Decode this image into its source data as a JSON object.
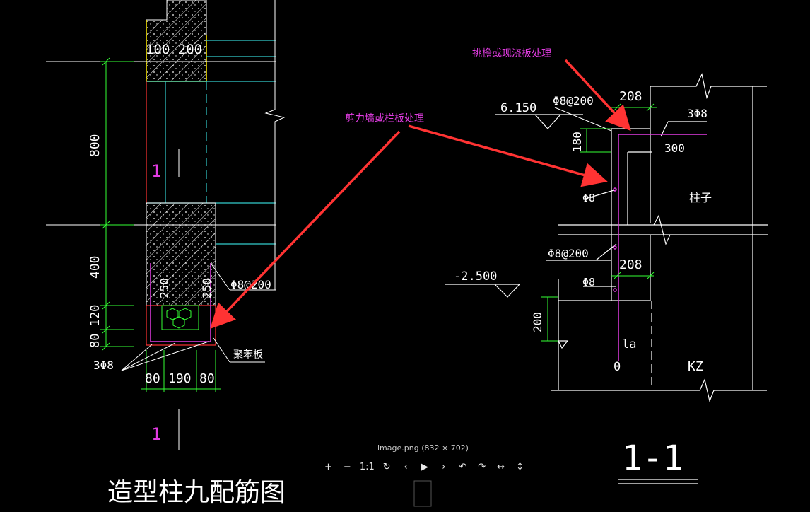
{
  "viewer": {
    "caption": "image.png (832 × 702)",
    "controls": [
      {
        "name": "zoom-in-button",
        "glyph": "+"
      },
      {
        "name": "zoom-out-button",
        "glyph": "−"
      },
      {
        "name": "actual-size-button",
        "glyph": "1:1"
      },
      {
        "name": "refresh-button",
        "glyph": "↻"
      },
      {
        "name": "previous-button",
        "glyph": "‹"
      },
      {
        "name": "play-button",
        "glyph": "▶"
      },
      {
        "name": "next-button",
        "glyph": "›"
      },
      {
        "name": "rotate-left-button",
        "glyph": "↶"
      },
      {
        "name": "rotate-right-button",
        "glyph": "↷"
      },
      {
        "name": "flip-horizontal-button",
        "glyph": "↔"
      },
      {
        "name": "flip-vertical-button",
        "glyph": "↕"
      }
    ]
  },
  "left_drawing": {
    "title": "造型柱九配筋图",
    "dim_100_200": "100 200",
    "dim_800": "800",
    "dim_400": "400",
    "dim_80_120": "80 120",
    "dim_250_a": "250",
    "dim_250_b": "250",
    "rebar_stirrup": "Φ8@200",
    "rebar_main": "3Φ8",
    "bottom_dims": [
      "80",
      "190",
      "80"
    ],
    "slab_label": "聚苯板",
    "section_mark_top": "1",
    "section_mark_bottom": "1"
  },
  "right_drawing": {
    "section_title": "1-1",
    "elev_top": "6.150",
    "elev_bottom": "-2.500",
    "stirrup_top": "Φ8@200",
    "stirrup_bottom": "Φ8@200",
    "dim_208_top": "208",
    "dim_208_bottom": "208",
    "dim_180": "180",
    "dim_300": "300",
    "dim_200": "200",
    "bar_3phi8": "3Φ8",
    "bar_phi8_a": "Φ8",
    "bar_phi8_b": "Φ8",
    "column_label": "柱子",
    "la_label": "la",
    "zero_label": "0",
    "kz_label": "KZ"
  },
  "callouts": {
    "eave": "挑檐或现浇板处理",
    "wall": "剪力墙或栏板处理"
  }
}
